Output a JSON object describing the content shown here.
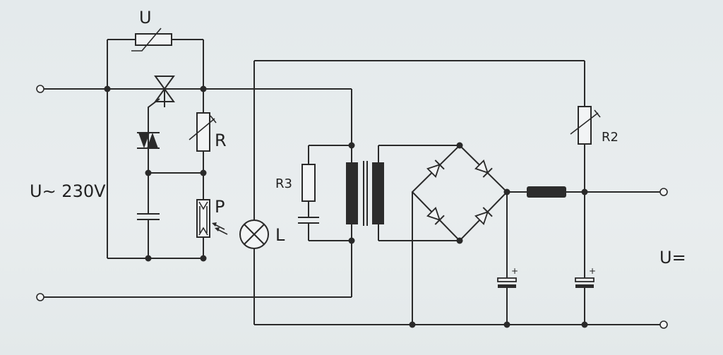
{
  "labels": {
    "varistor": "U",
    "potentiometer": "R",
    "photoresistor": "P",
    "lamp": "L",
    "resistor_r3": "R3",
    "resistor_r2": "R2",
    "input_voltage": "U∼ 230V",
    "output_voltage": "U="
  },
  "colors": {
    "wire": "#2a2a2a",
    "background": "#e6ebec"
  }
}
